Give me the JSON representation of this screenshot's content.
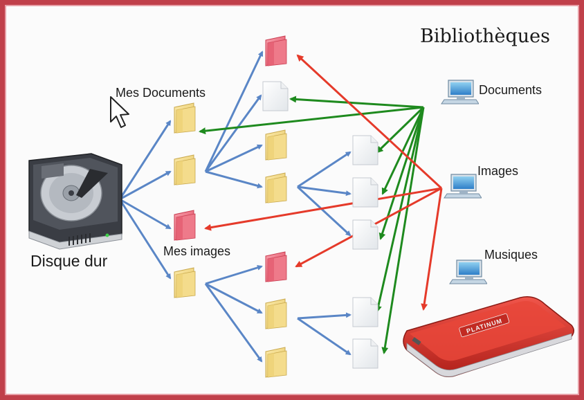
{
  "title": "Bibliothèques",
  "hard_drive": {
    "label": "Disque dur",
    "icon": "hard-drive-icon"
  },
  "folders": {
    "mes_documents": "Mes Documents",
    "mes_images": "Mes images"
  },
  "libraries": [
    {
      "label": "Documents",
      "icon": "monitor-icon"
    },
    {
      "label": "Images",
      "icon": "monitor-icon"
    },
    {
      "label": "Musiques",
      "icon": "monitor-icon"
    }
  ],
  "external_drive": {
    "label": "PLATINUM",
    "icon": "external-drive-icon",
    "color": "#d43a2c"
  },
  "colors": {
    "tree_arrow": "#5a86c6",
    "documents_link": "#1e8a1e",
    "images_link": "#e53a2a",
    "folder": "#f1d987",
    "folder_red": "#ec6a7a",
    "frame": "#c0404a"
  }
}
